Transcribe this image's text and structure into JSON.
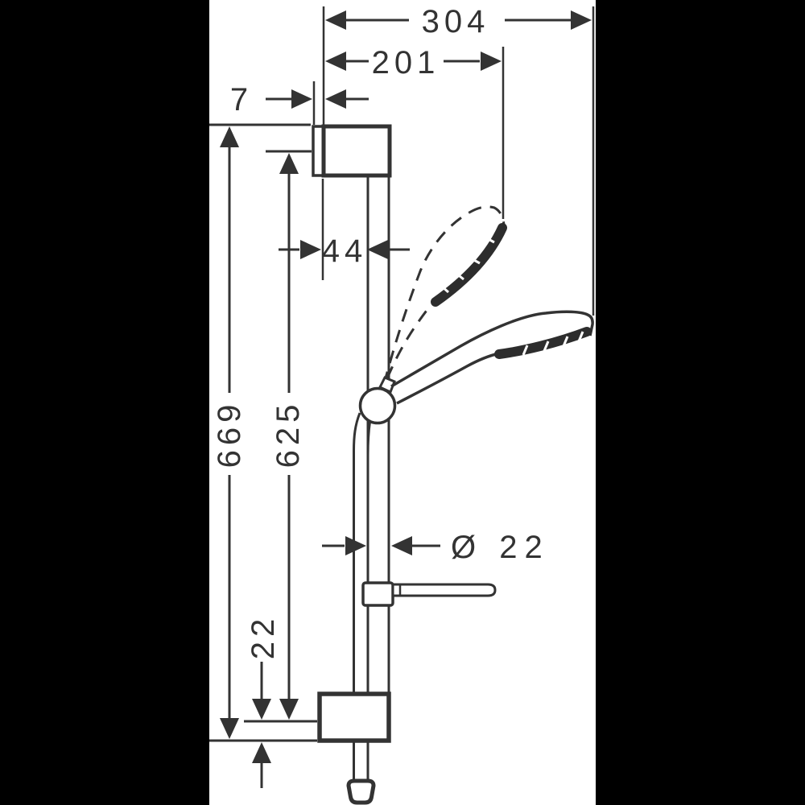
{
  "drawing": {
    "colors": {
      "background": "#000000",
      "paper": "#ffffff",
      "ink": "#333333"
    },
    "dimensions": {
      "overall_width": "304",
      "handshower_reach": "201",
      "wall_plate_thickness": "7",
      "rail_offset": "44",
      "overall_height": "669",
      "rail_length": "625",
      "rail_diameter": "Ø 22",
      "lower_bracket_offset": "22"
    }
  }
}
